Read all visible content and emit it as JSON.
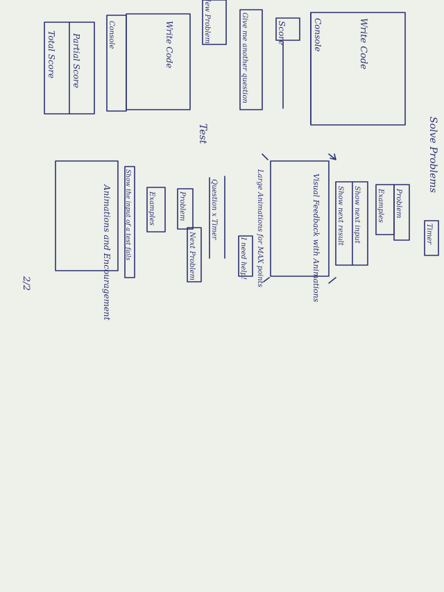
{
  "sketch": {
    "page_number": "2/2",
    "title_solve_problems": "Solve Problems",
    "timer_top": "Timer",
    "problem_box": "Problem",
    "examples_box": "Examples",
    "show_next_input": "Show next input",
    "show_next_result": "Show next result",
    "visual_feedback": "Visual Feedback with Animations",
    "large_animations": "Large Animations for MAX points",
    "i_need_help": "I need help!",
    "question_timer": "Question x Timer",
    "next_problem": "Next Problem",
    "problem_small": "Problem",
    "examples_small": "Examples",
    "show_input_fail": "Show the input of a test fails",
    "animations_encouragement": "Animations and Encouragement",
    "test_label": "Test",
    "write_code_top": "Write Code",
    "console_top": "Console",
    "score": "Score",
    "give_another_question": "Give me another question",
    "new_problem": "New Problem",
    "write_code_mid": "Write Code",
    "console_mid": "Console",
    "partial_score": "Partial Score",
    "total_score": "Total Score"
  },
  "colors": {
    "paper": "#eef0ea",
    "ink": "#2b3170"
  }
}
